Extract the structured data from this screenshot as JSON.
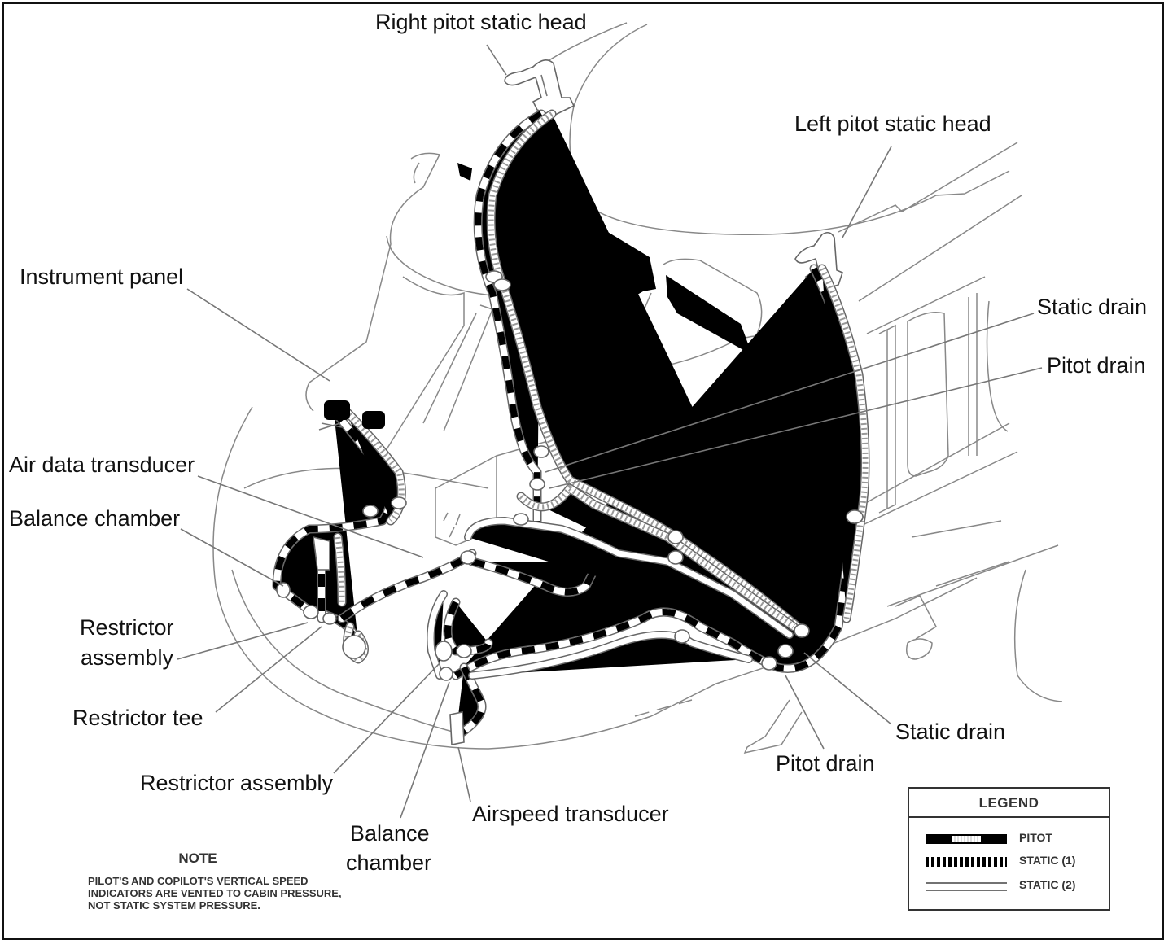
{
  "figure": {
    "title": "Pitot-static system diagram",
    "labels": {
      "right_pitot_static_head": "Right pitot static head",
      "left_pitot_static_head": "Left pitot static head",
      "instrument_panel": "Instrument panel",
      "static_drain_upper": "Static drain",
      "pitot_drain_upper": "Pitot drain",
      "air_data_transducer": "Air data transducer",
      "balance_chamber_left": "Balance chamber",
      "restrictor_assembly_left_line1": "Restrictor",
      "restrictor_assembly_left_line2": "assembly",
      "restrictor_tee": "Restrictor tee",
      "restrictor_assembly_bottom": "Restrictor assembly",
      "balance_chamber_bottom_line1": "Balance",
      "balance_chamber_bottom_line2": "chamber",
      "airspeed_transducer": "Airspeed transducer",
      "static_drain_lower": "Static drain",
      "pitot_drain_lower": "Pitot drain"
    }
  },
  "legend": {
    "title": "LEGEND",
    "items": [
      {
        "key": "pitot",
        "label": "PITOT"
      },
      {
        "key": "static1",
        "label": "STATIC (1)"
      },
      {
        "key": "static2",
        "label": "STATIC (2)"
      }
    ]
  },
  "note": {
    "title": "NOTE",
    "text": "PILOT'S AND COPILOT'S VERTICAL SPEED INDICATORS ARE VENTED TO CABIN PRESSURE, NOT STATIC SYSTEM PRESSURE."
  }
}
